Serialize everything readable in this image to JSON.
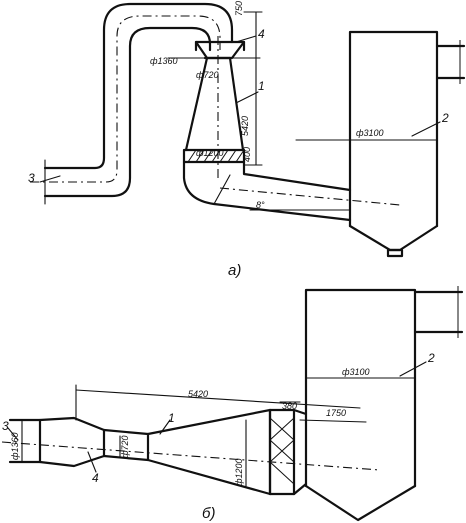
{
  "figure_a": {
    "caption": "а)",
    "parts": {
      "p1": "1",
      "p2": "2",
      "p3": "3",
      "p4": "4"
    },
    "dims": {
      "d_1360": "ф1360",
      "d_720": "ф720",
      "d_1200": "ф1200",
      "d_3100": "ф3100",
      "h_750": "750",
      "h_5420": "5420",
      "h_400": "400",
      "angle": "8°"
    }
  },
  "figure_b": {
    "caption": "б)",
    "parts": {
      "p1": "1",
      "p2": "2",
      "p3": "3",
      "p4": "4"
    },
    "dims": {
      "d_1360": "ф1360",
      "d_720": "ф720",
      "d_1200": "ф1200",
      "d_3100": "ф3100",
      "l_5420": "5420",
      "l_380": "380",
      "l_1750": "1750"
    }
  }
}
